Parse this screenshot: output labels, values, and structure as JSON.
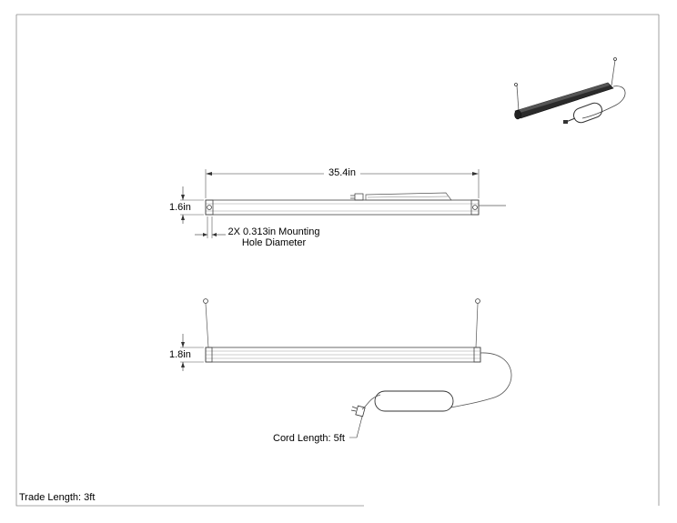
{
  "top_view": {
    "length_label": "35.4in",
    "height_label": "1.6in",
    "hole_note_line1": "2X 0.313in Mounting",
    "hole_note_line2": "Hole Diameter"
  },
  "side_view": {
    "height_label": "1.8in",
    "cord_label": "Cord Length: 5ft"
  },
  "footer": {
    "trade_length": "Trade Length: 3ft"
  }
}
